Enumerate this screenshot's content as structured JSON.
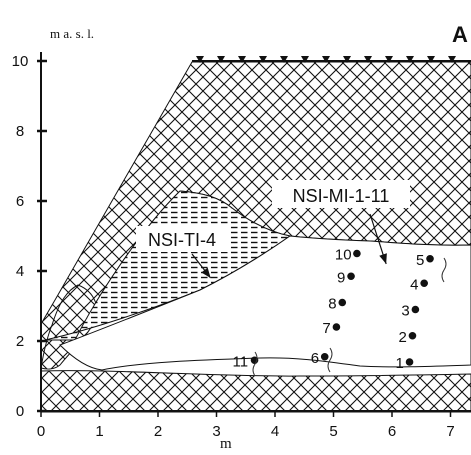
{
  "panel_letter": "A",
  "y_axis_label": "m a. s. l.",
  "x_axis_label": "m",
  "x_ticks": [
    0,
    1,
    2,
    3,
    4,
    5,
    6,
    7
  ],
  "y_ticks": [
    0,
    2,
    4,
    6,
    8,
    10
  ],
  "callouts": [
    {
      "text": "NSI-TI-4",
      "target": [
        2.9,
        3.8
      ]
    },
    {
      "text": "NSI-MI-1-11",
      "target": [
        5.9,
        4.2
      ]
    }
  ],
  "samples": [
    {
      "label": "1",
      "x": 6.3,
      "y": 1.4
    },
    {
      "label": "2",
      "x": 6.35,
      "y": 2.15
    },
    {
      "label": "3",
      "x": 6.4,
      "y": 2.9
    },
    {
      "label": "4",
      "x": 6.55,
      "y": 3.65
    },
    {
      "label": "5",
      "x": 6.65,
      "y": 4.35
    },
    {
      "label": "6",
      "x": 4.85,
      "y": 1.55
    },
    {
      "label": "7",
      "x": 5.05,
      "y": 2.4
    },
    {
      "label": "8",
      "x": 5.15,
      "y": 3.1
    },
    {
      "label": "9",
      "x": 5.3,
      "y": 3.85
    },
    {
      "label": "10",
      "x": 5.4,
      "y": 4.5
    },
    {
      "label": "11",
      "x": 3.65,
      "y": 1.45
    }
  ],
  "colors": {
    "ink": "#111111",
    "background": "#ffffff"
  }
}
